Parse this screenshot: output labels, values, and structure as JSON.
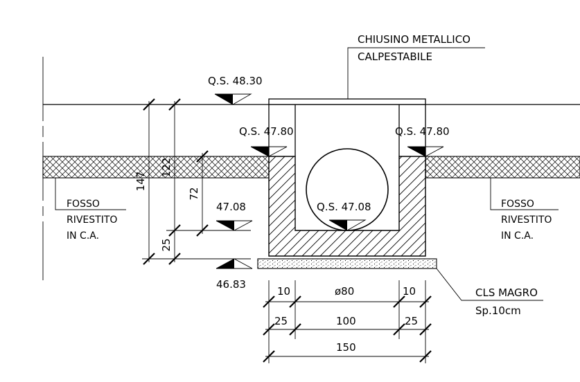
{
  "labels": {
    "chiusino_line1": "CHIUSINO METALLICO",
    "chiusino_line2": "CALPESTABILE",
    "qs_road": "Q.S. 48.30",
    "qs_left": "Q.S. 47.80",
    "qs_right": "Q.S. 47.80",
    "qs_pipe": "Q.S. 47.08",
    "level_mid": "47.08",
    "level_bottom": "46.83",
    "fosso_left": [
      "FOSSO",
      "RIVESTITO",
      "IN C.A."
    ],
    "fosso_right": [
      "FOSSO",
      "RIVESTITO",
      "IN C.A."
    ],
    "cls_line1": "CLS MAGRO",
    "cls_line2": "Sp.10cm"
  },
  "dimensions": {
    "vert_147": "147",
    "vert_122": "122",
    "vert_72": "72",
    "vert_25": "25",
    "h_10_left": "10",
    "h_phi80": "ø80",
    "h_10_right": "10",
    "h_25_left": "25",
    "h_100": "100",
    "h_25_right": "25",
    "h_150": "150"
  },
  "colors": {
    "line": "#000000",
    "background": "#ffffff"
  }
}
